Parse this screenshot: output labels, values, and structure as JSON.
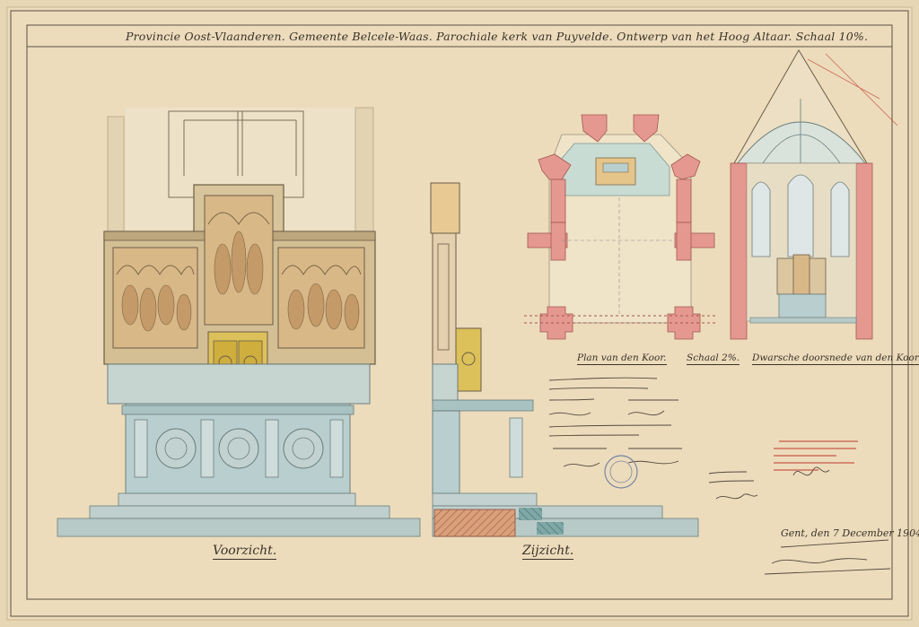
{
  "drawing": {
    "title": "Provincie Oost-Vlaanderen. Gemeente Belcele-Waas. Parochiale kerk van Puyvelde. Ontwerp van het Hoog Altaar. Schaal 10%.",
    "front_view_label": "Voorzicht.",
    "side_view_label": "Zijzicht.",
    "plan_label": "Plan van den Koor.",
    "scale_label": "Schaal 2%.",
    "section_label": "Dwarsche doorsnede van den Koor.",
    "date": "Gent, den 7 December 1904."
  },
  "colors": {
    "paper": "#e9d9b9",
    "ink": "#3a3228",
    "stone_blue": "#b9cfcf",
    "gold": "#d9b64c",
    "brick_red": "#e59890",
    "stamp_red": "#c0392b"
  }
}
